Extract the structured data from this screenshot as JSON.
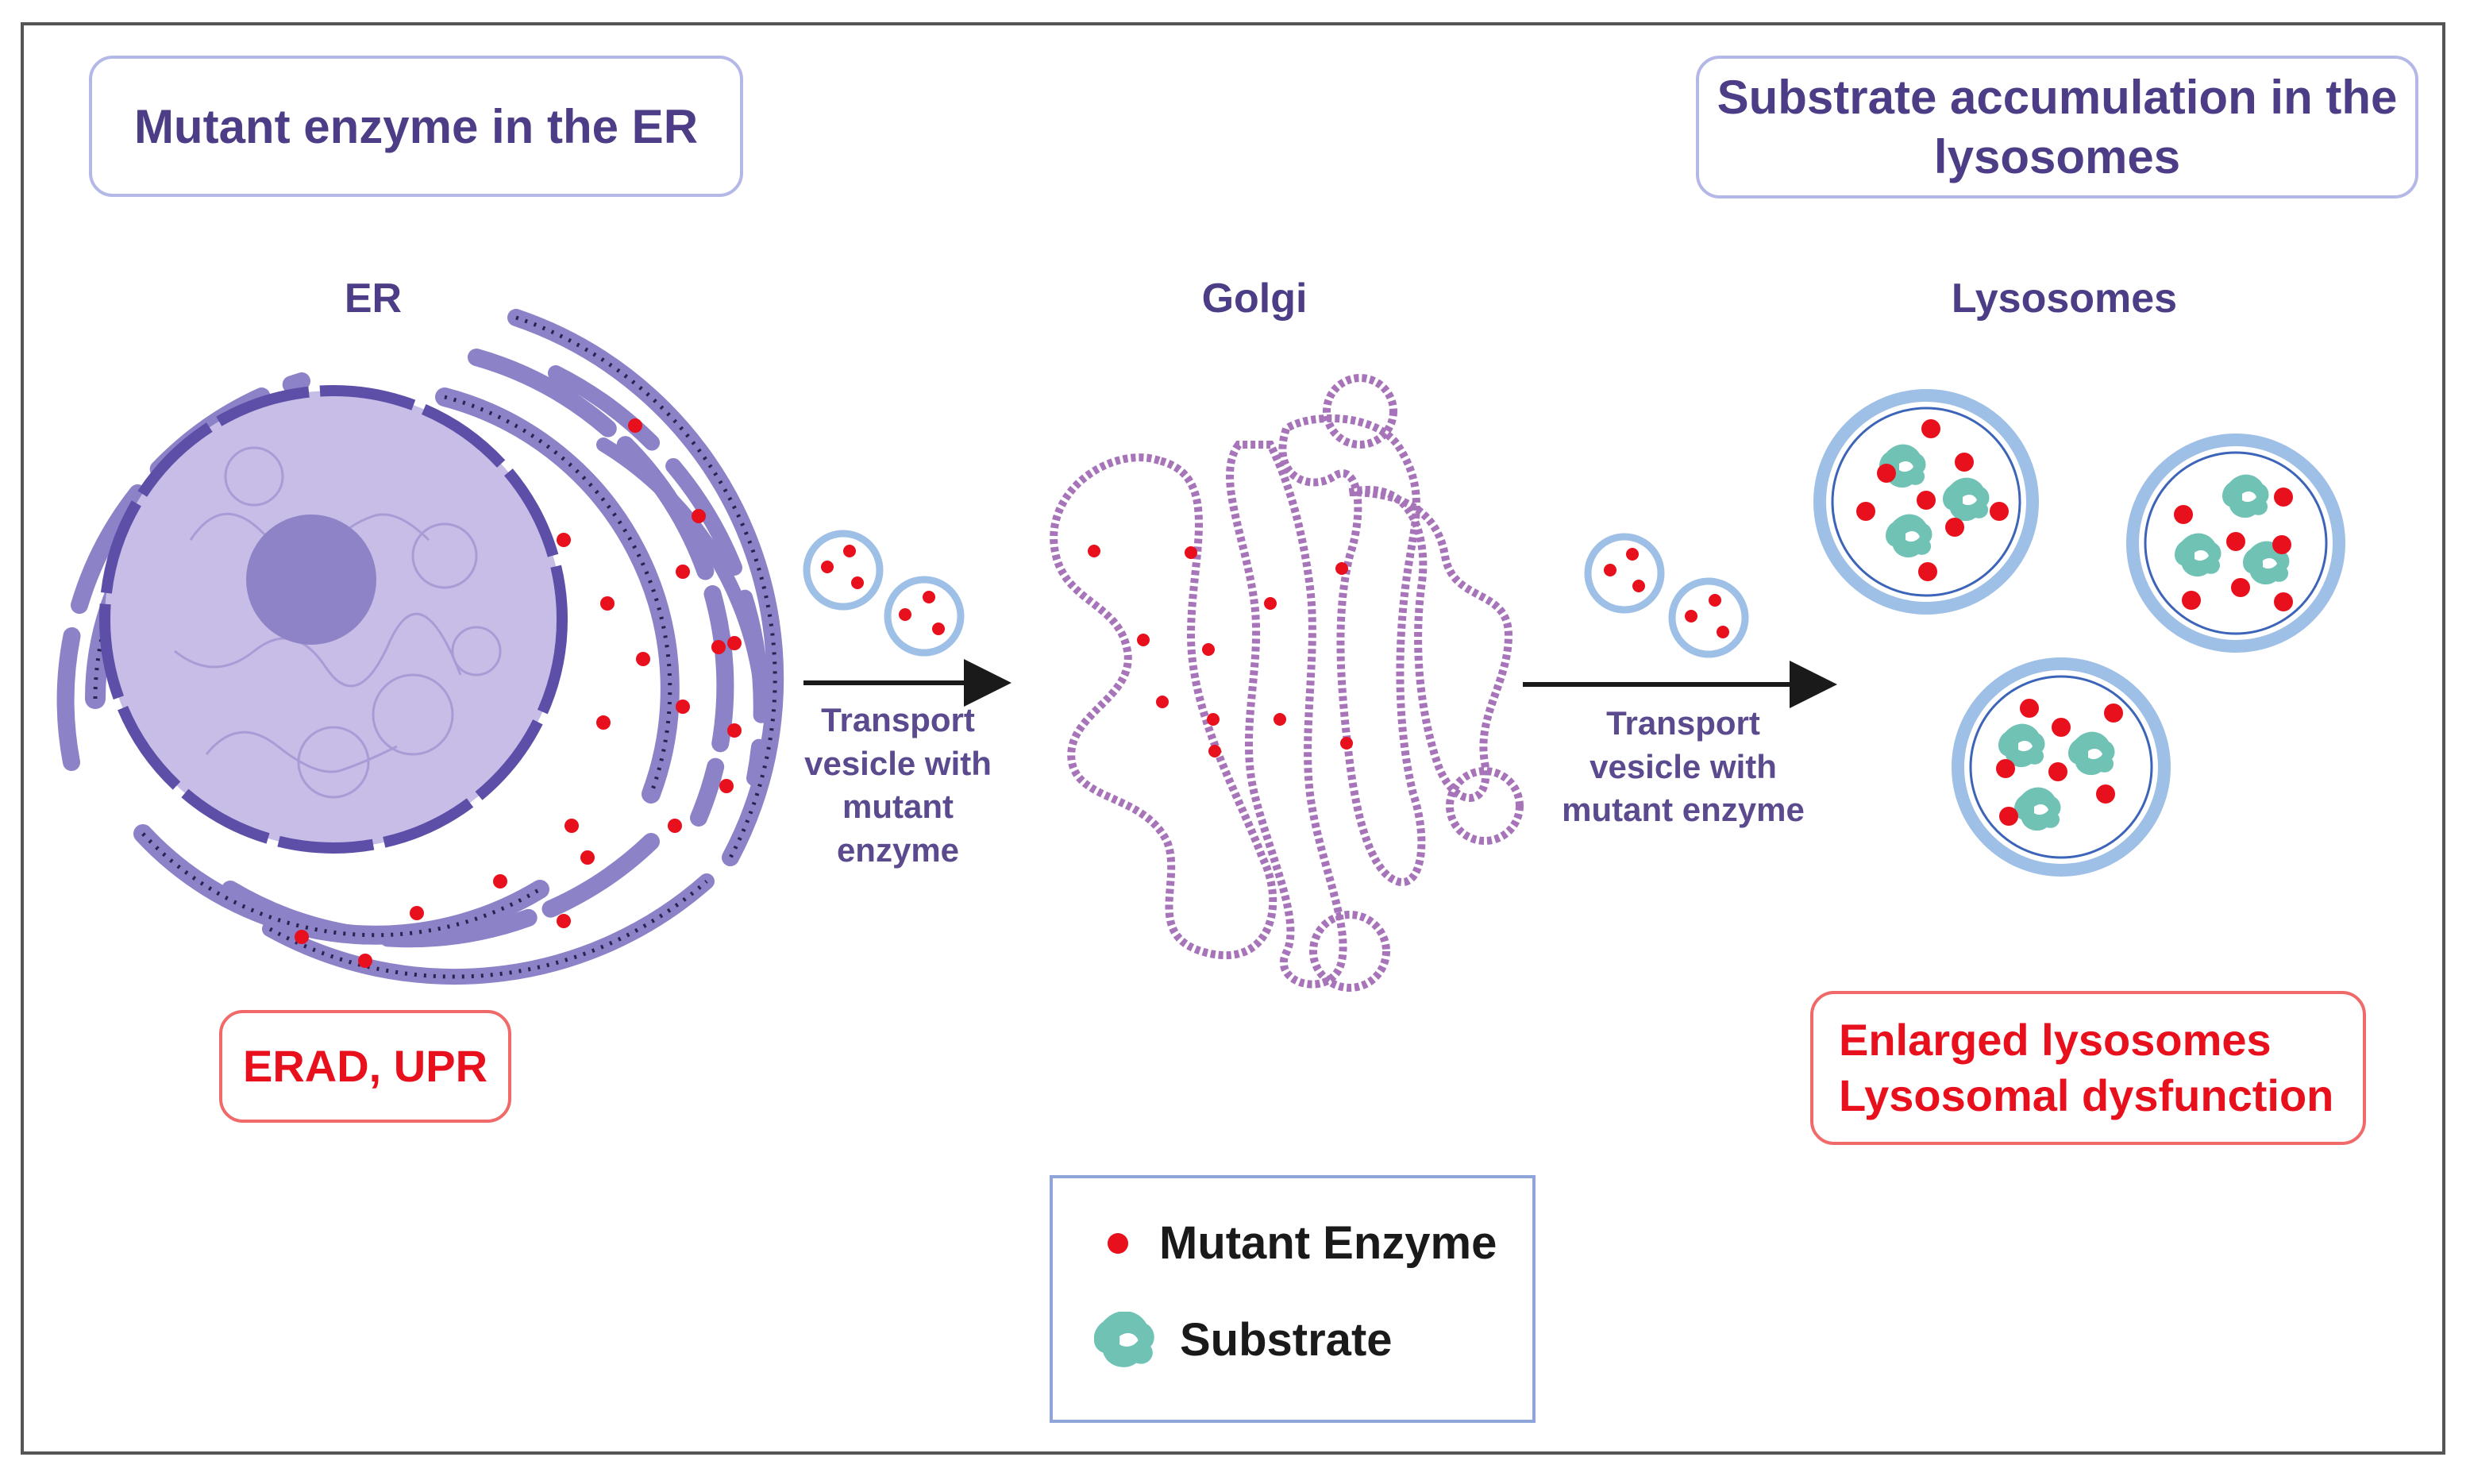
{
  "top_left_box": "Mutant enzyme in the ER",
  "top_right_box": "Substrate accumulation in the lysosomes",
  "stages": {
    "er": "ER",
    "golgi": "Golgi",
    "lysosomes": "Lysosomes"
  },
  "transport_left": [
    "Transport",
    "vesicle with",
    "mutant",
    "enzyme"
  ],
  "transport_right": [
    "Transport",
    "vesicle with",
    "mutant enzyme"
  ],
  "er_outcome": "ERAD, UPR",
  "lysosome_outcome": [
    "Enlarged lysosomes",
    "Lysosomal dysfunction"
  ],
  "legend": [
    {
      "icon": "red-dot-icon",
      "label": "Mutant Enzyme"
    },
    {
      "icon": "substrate-icon",
      "label": "Substrate"
    }
  ],
  "colors": {
    "mutant_enzyme": "#e8101c",
    "substrate": "#6fc2b4",
    "er_membrane": "#8b82c8",
    "nucleus": "#c7bde6",
    "golgi": "#a774b9",
    "lysosome_ring": "#9ebfe6"
  }
}
